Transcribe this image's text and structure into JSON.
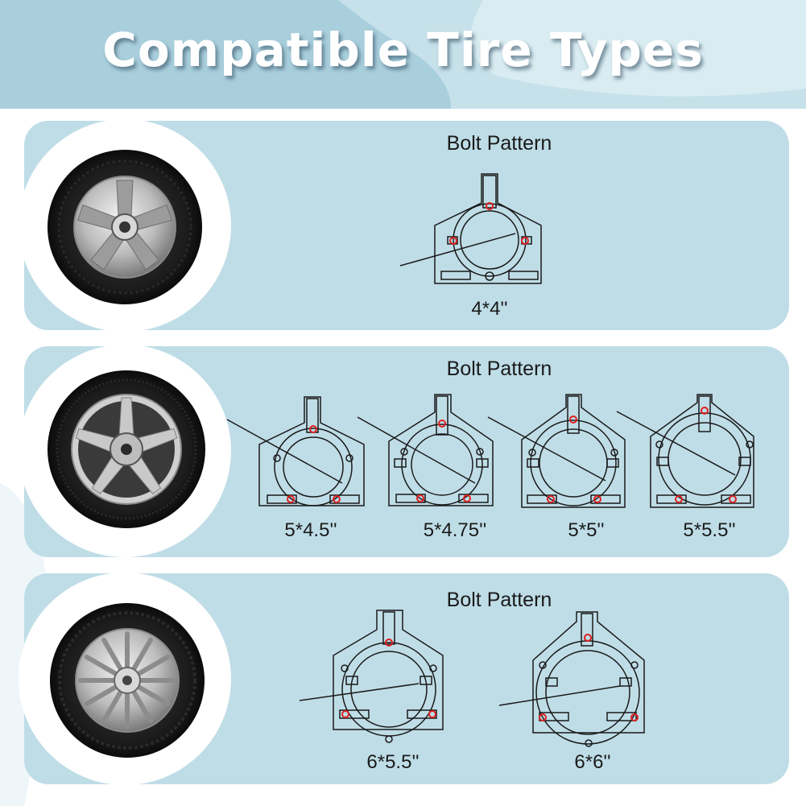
{
  "title": "Compatible Tire Types",
  "colors": {
    "panel": "#bfdde7",
    "background": "#ffffff",
    "accent_red": "#e02020",
    "line": "#1a1a1a"
  },
  "sections": [
    {
      "heading": "Bolt Pattern",
      "patterns": [
        "4*4''"
      ]
    },
    {
      "heading": "Bolt Pattern",
      "patterns": [
        "5*4.5''",
        "5*4.75''",
        "5*5''",
        "5*5.5''"
      ]
    },
    {
      "heading": "Bolt Pattern",
      "patterns": [
        "6*5.5''",
        "6*6''"
      ]
    }
  ]
}
